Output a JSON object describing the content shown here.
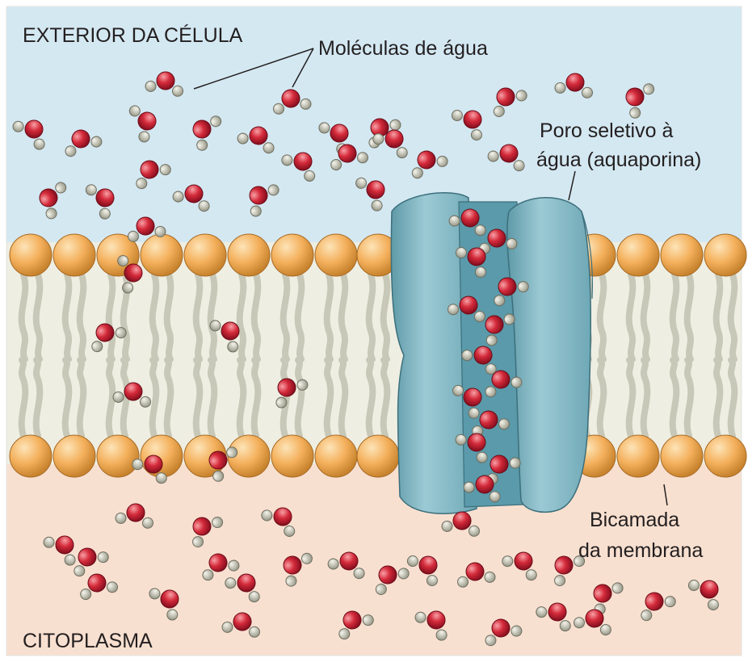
{
  "labels": {
    "exterior": "EXTERIOR DA CÉLULA",
    "water_molecules": "Moléculas de água",
    "pore_line1": "Poro seletivo à",
    "pore_line2": "água (aquaporina)",
    "bilayer_line1": "Bicamada",
    "bilayer_line2": "da membrana",
    "cytoplasm": "CITOPLASMA"
  },
  "colors": {
    "exterior_bg": "#d4e8f2",
    "cytoplasm_bg": "#f8e0d0",
    "membrane_core": "#ededdf",
    "lipid_tail": "#c8c8b8",
    "phospholipid_head": "#f4b05c",
    "aquaporin": "#7fb5c2",
    "aquaporin_channel": "#5a9aaa",
    "oxygen": "#cc2232",
    "hydrogen": "#c8c8b8"
  }
}
